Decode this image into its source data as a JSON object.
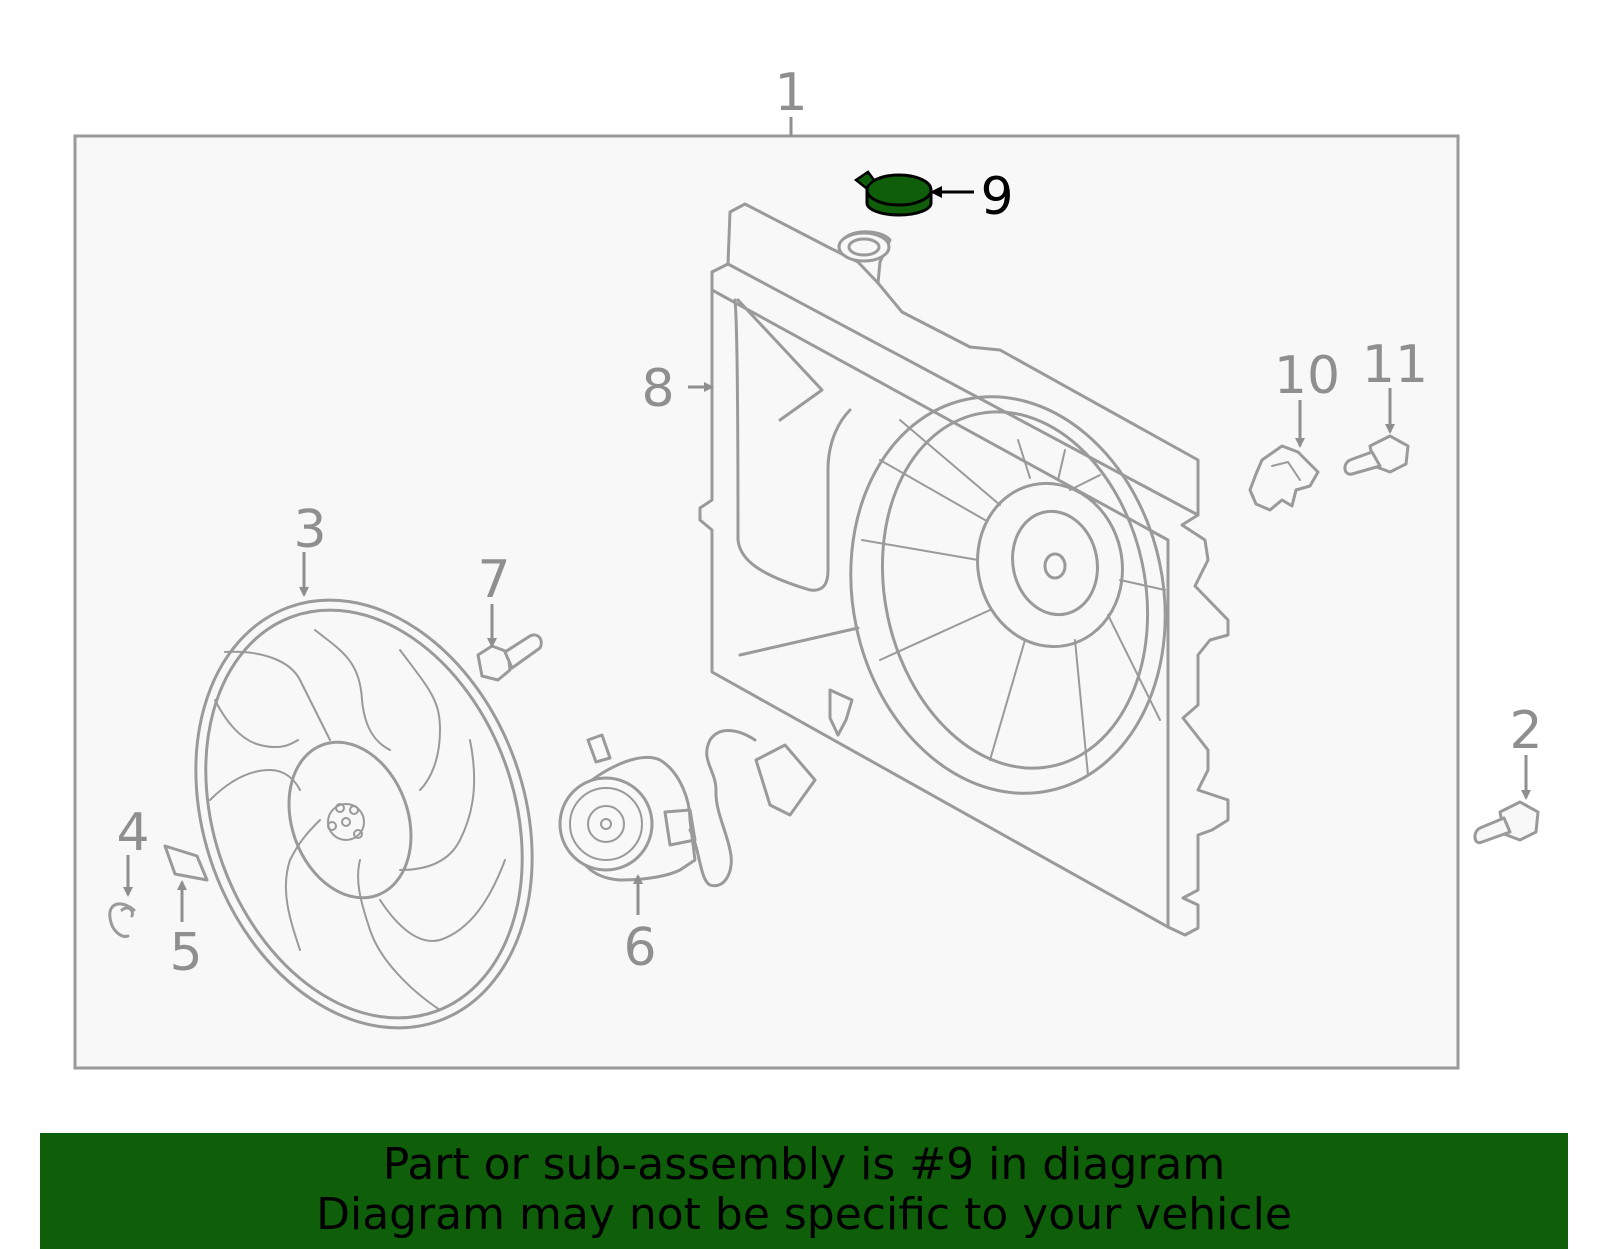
{
  "diagram": {
    "callouts": {
      "c1": "1",
      "c2": "2",
      "c3": "3",
      "c4": "4",
      "c5": "5",
      "c6": "6",
      "c7": "7",
      "c8": "8",
      "c9": "9",
      "c10": "10",
      "c11": "11"
    },
    "highlighted_part": "9",
    "colors": {
      "highlight": "#0f5f0a",
      "line": "#9a9a9a",
      "panel": "#f8f8f8"
    }
  },
  "banner": {
    "line1": "Part or sub-assembly is #9 in diagram",
    "line2": "Diagram may not be specific to your vehicle"
  }
}
